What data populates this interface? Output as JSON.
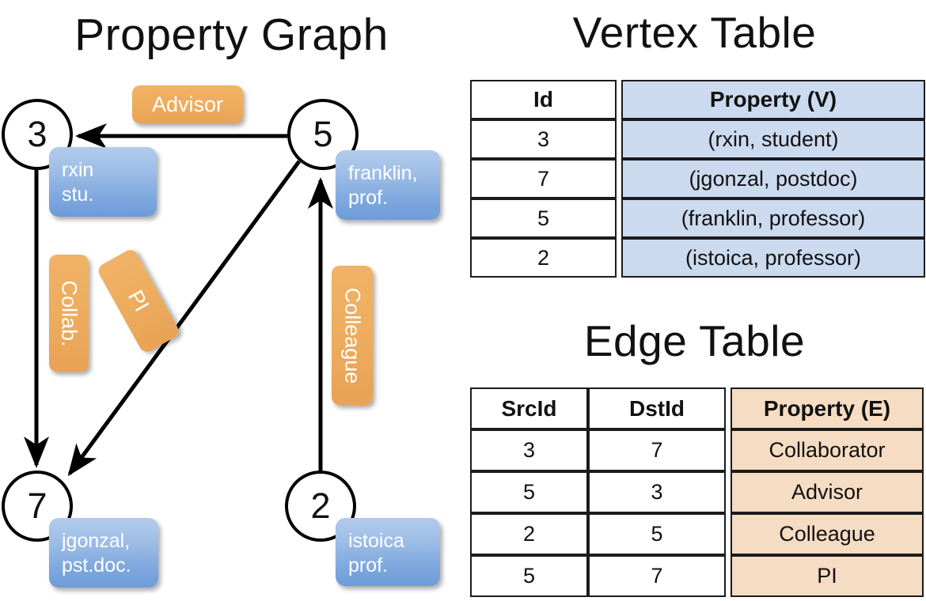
{
  "titles": {
    "graph": "Property Graph",
    "vertex": "Vertex Table",
    "edge": "Edge Table"
  },
  "graph": {
    "nodes": [
      {
        "id": "3",
        "property_label": "rxin\nstu."
      },
      {
        "id": "5",
        "property_label": "franklin,\nprof."
      },
      {
        "id": "7",
        "property_label": "jgonzal,\npst.doc."
      },
      {
        "id": "2",
        "property_label": "istoica\nprof."
      }
    ],
    "node_labels": {
      "n3": "3",
      "n5": "5",
      "n7": "7",
      "n2": "2"
    },
    "vertex_boxes": {
      "rxin_line1": "rxin",
      "rxin_line2": "stu.",
      "franklin_line1": "franklin,",
      "franklin_line2": "prof.",
      "jgonzal_line1": "jgonzal,",
      "jgonzal_line2": "pst.doc.",
      "istoica_line1": "istoica",
      "istoica_line2": "prof."
    },
    "edge_boxes": {
      "advisor": "Advisor",
      "collab": "Collab.",
      "pi": "PI",
      "colleague": "Colleague"
    },
    "edges": [
      {
        "from": "5",
        "to": "3",
        "label": "Advisor"
      },
      {
        "from": "3",
        "to": "7",
        "label": "Collab."
      },
      {
        "from": "5",
        "to": "7",
        "label": "PI"
      },
      {
        "from": "2",
        "to": "5",
        "label": "Colleague"
      }
    ]
  },
  "vertex_table": {
    "headers": [
      "Id",
      "Property (V)"
    ],
    "rows": [
      {
        "id": "3",
        "property": "(rxin, student)"
      },
      {
        "id": "7",
        "property": "(jgonzal, postdoc)"
      },
      {
        "id": "5",
        "property": "(franklin, professor)"
      },
      {
        "id": "2",
        "property": "(istoica, professor)"
      }
    ]
  },
  "edge_table": {
    "headers": [
      "SrcId",
      "DstId",
      "Property (E)"
    ],
    "rows": [
      {
        "src": "3",
        "dst": "7",
        "property": "Collaborator"
      },
      {
        "src": "5",
        "dst": "3",
        "property": "Advisor"
      },
      {
        "src": "2",
        "dst": "5",
        "property": "Colleague"
      },
      {
        "src": "5",
        "dst": "7",
        "property": "PI"
      }
    ]
  },
  "colors": {
    "vertex_property_fill": "#ccdaef",
    "edge_property_fill": "#f5dcc2",
    "vertex_box_blue": "#7ca6dd",
    "edge_box_orange": "#eeae60",
    "stroke": "#000000",
    "background": "#ffffff"
  }
}
